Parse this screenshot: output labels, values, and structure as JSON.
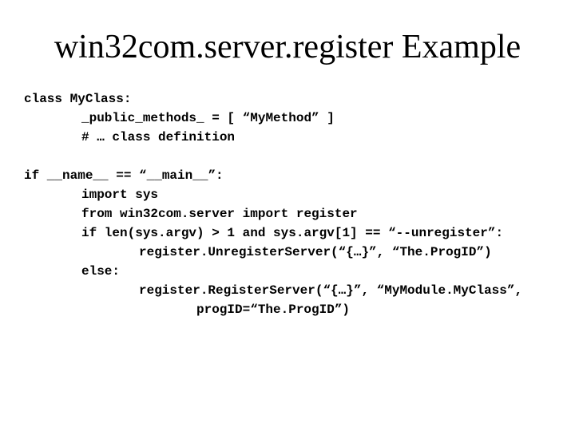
{
  "slide": {
    "title": "win32com.server.register Example",
    "background_color": "#ffffff",
    "text_color": "#000000"
  },
  "code": {
    "language": "python",
    "lines": [
      {
        "indent": 0,
        "text": "class MyClass:"
      },
      {
        "indent": 1,
        "text": "_public_methods_ = [ “MyMethod” ]"
      },
      {
        "indent": 1,
        "text": "# … class definition"
      },
      {
        "indent": 0,
        "text": ""
      },
      {
        "indent": 0,
        "text": "if __name__ == “__main__”:"
      },
      {
        "indent": 1,
        "text": "import sys"
      },
      {
        "indent": 1,
        "text": "from win32com.server import register"
      },
      {
        "indent": 1,
        "text": "if len(sys.argv) > 1 and sys.argv[1] == “--unregister”:"
      },
      {
        "indent": 2,
        "text": "register.UnregisterServer(“{…}”, “The.ProgID”)"
      },
      {
        "indent": 1,
        "text": "else:"
      },
      {
        "indent": 2,
        "text": "register.RegisterServer(“{…}”, “MyModule.MyClass”,"
      },
      {
        "indent": 3,
        "text": "progID=“The.ProgID”)"
      }
    ]
  }
}
